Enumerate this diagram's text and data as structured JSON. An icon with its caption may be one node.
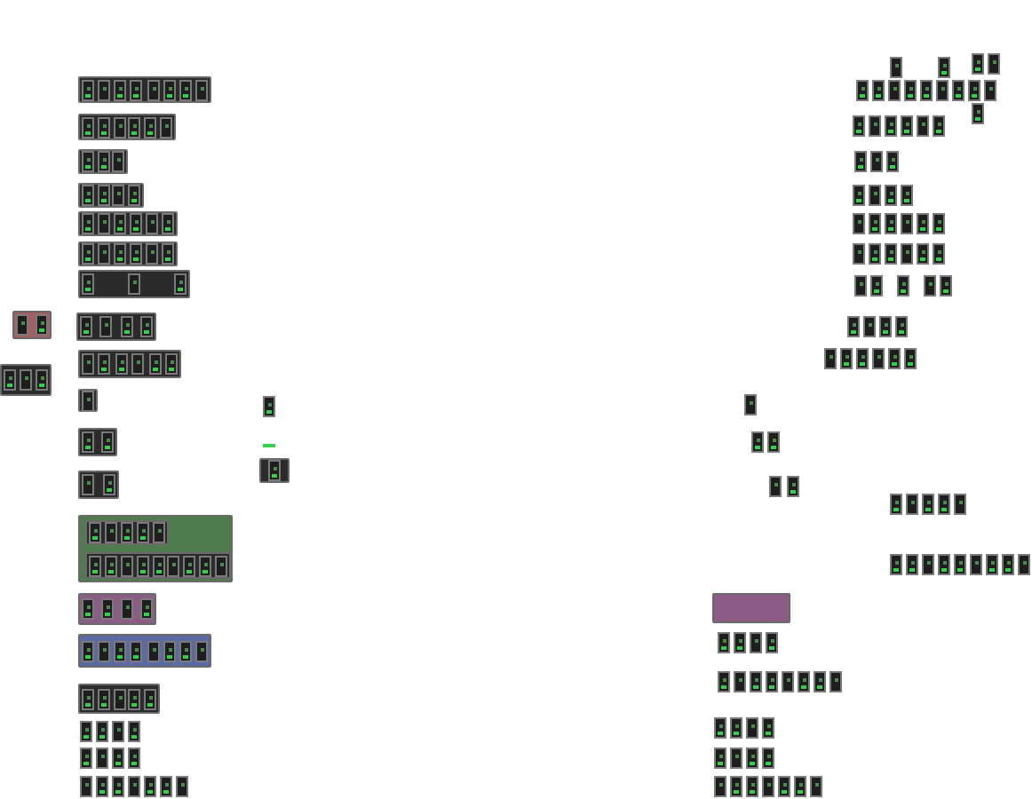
{
  "diagram": {
    "nodes": [
      {
        "text": [],
        "shape": "box"
      },
      {
        "text": [],
        "shape": "box"
      },
      {
        "text": [],
        "shape": "box"
      },
      {
        "text": [],
        "shape": "box"
      },
      {
        "text": [],
        "shape": "box"
      },
      {
        "text": [],
        "shape": "box"
      },
      {
        "text": [],
        "shape": "box"
      },
      {
        "text": [],
        "shape": "box"
      },
      {
        "text": [],
        "shape": "box"
      },
      {
        "text": [],
        "shape": "box"
      },
      {
        "text": [],
        "shape": "box"
      },
      {
        "text": [],
        "shape": "box"
      },
      {
        "text": [],
        "shape": "box"
      },
      {
        "text": [],
        "shape": "box",
        "in": 12
      },
      {
        "text": [],
        "shape": "box",
        "in": 12
      },
      {
        "text": [],
        "shape": "box"
      },
      {
        "text": [],
        "shape": "box"
      },
      {
        "text": [],
        "shape": "box"
      },
      {
        "text": [],
        "shape": "box"
      },
      {
        "text": [],
        "shape": "box"
      },
      {
        "text": [],
        "shape": "box"
      },
      {
        "text": [],
        "shape": "box"
      }
    ]
  }
}
